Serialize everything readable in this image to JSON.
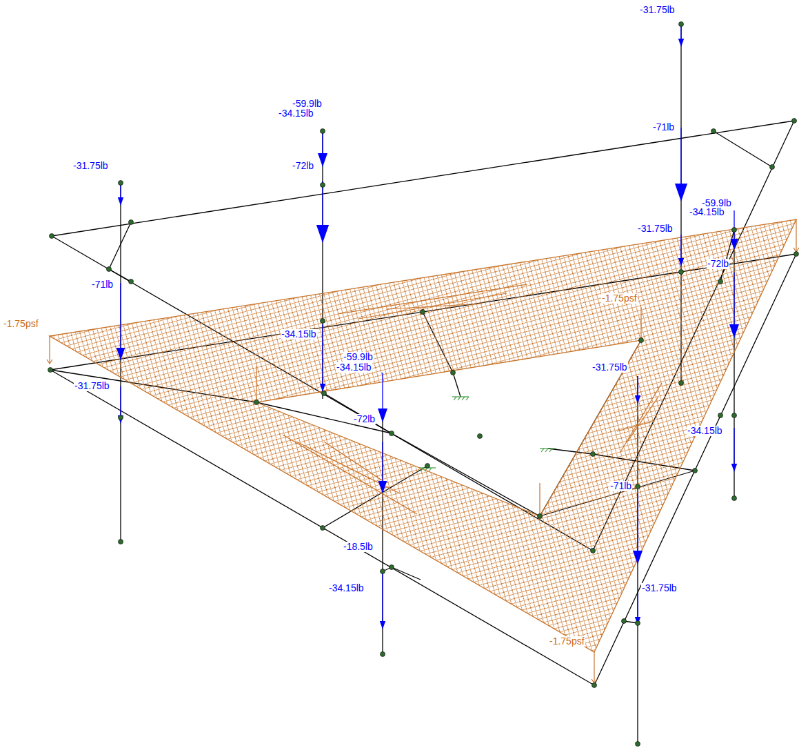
{
  "diagram": {
    "labels": [
      "-31.75lb",
      "-59.9lb",
      "-34.15lb",
      "-31.75lb",
      "-72lb",
      "-71lb",
      "-59.9lb",
      "-34.15lb",
      "-31.75lb",
      "-71lb",
      "-72lb",
      "-1.75psf",
      "-1.75psf",
      "-34.15lb",
      "-31.75lb",
      "-59.9lb",
      "-34.15lb",
      "-31.75lb",
      "-72lb",
      "-34.15lb",
      "-71lb",
      "-18.5lb",
      "-34.15lb",
      "-31.75lb",
      "-1.75psf"
    ]
  }
}
